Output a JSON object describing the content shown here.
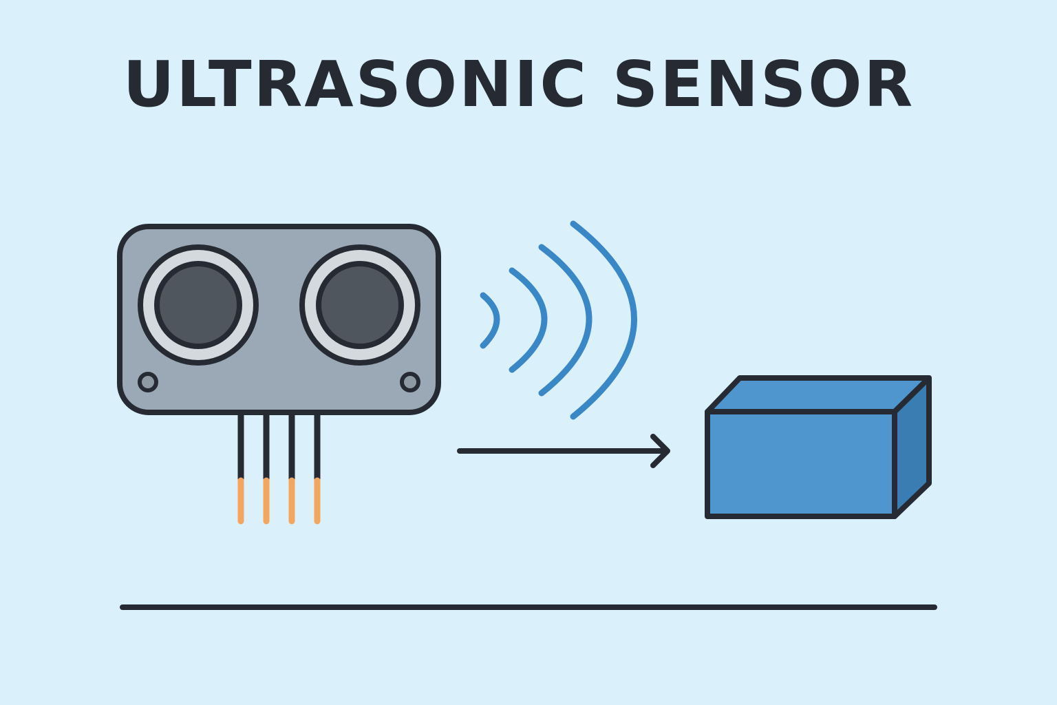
{
  "title": "ULTRASONIC SENSOR",
  "colors": {
    "background": "#daf0fb",
    "outline": "#262b33",
    "sensor_body": "#9aa9b5",
    "transducer_ring": "#d4d9dd",
    "transducer_core": "#4f565e",
    "pin_tip": "#f4a65c",
    "wave": "#3a87c8",
    "box_front": "#4f96cf",
    "box_side": "#3a7db3"
  },
  "icons": [
    "ultrasonic-sensor-icon",
    "sound-wave-icon",
    "arrow-right-icon",
    "object-box-icon"
  ],
  "wave_count": 4,
  "pin_count": 4
}
